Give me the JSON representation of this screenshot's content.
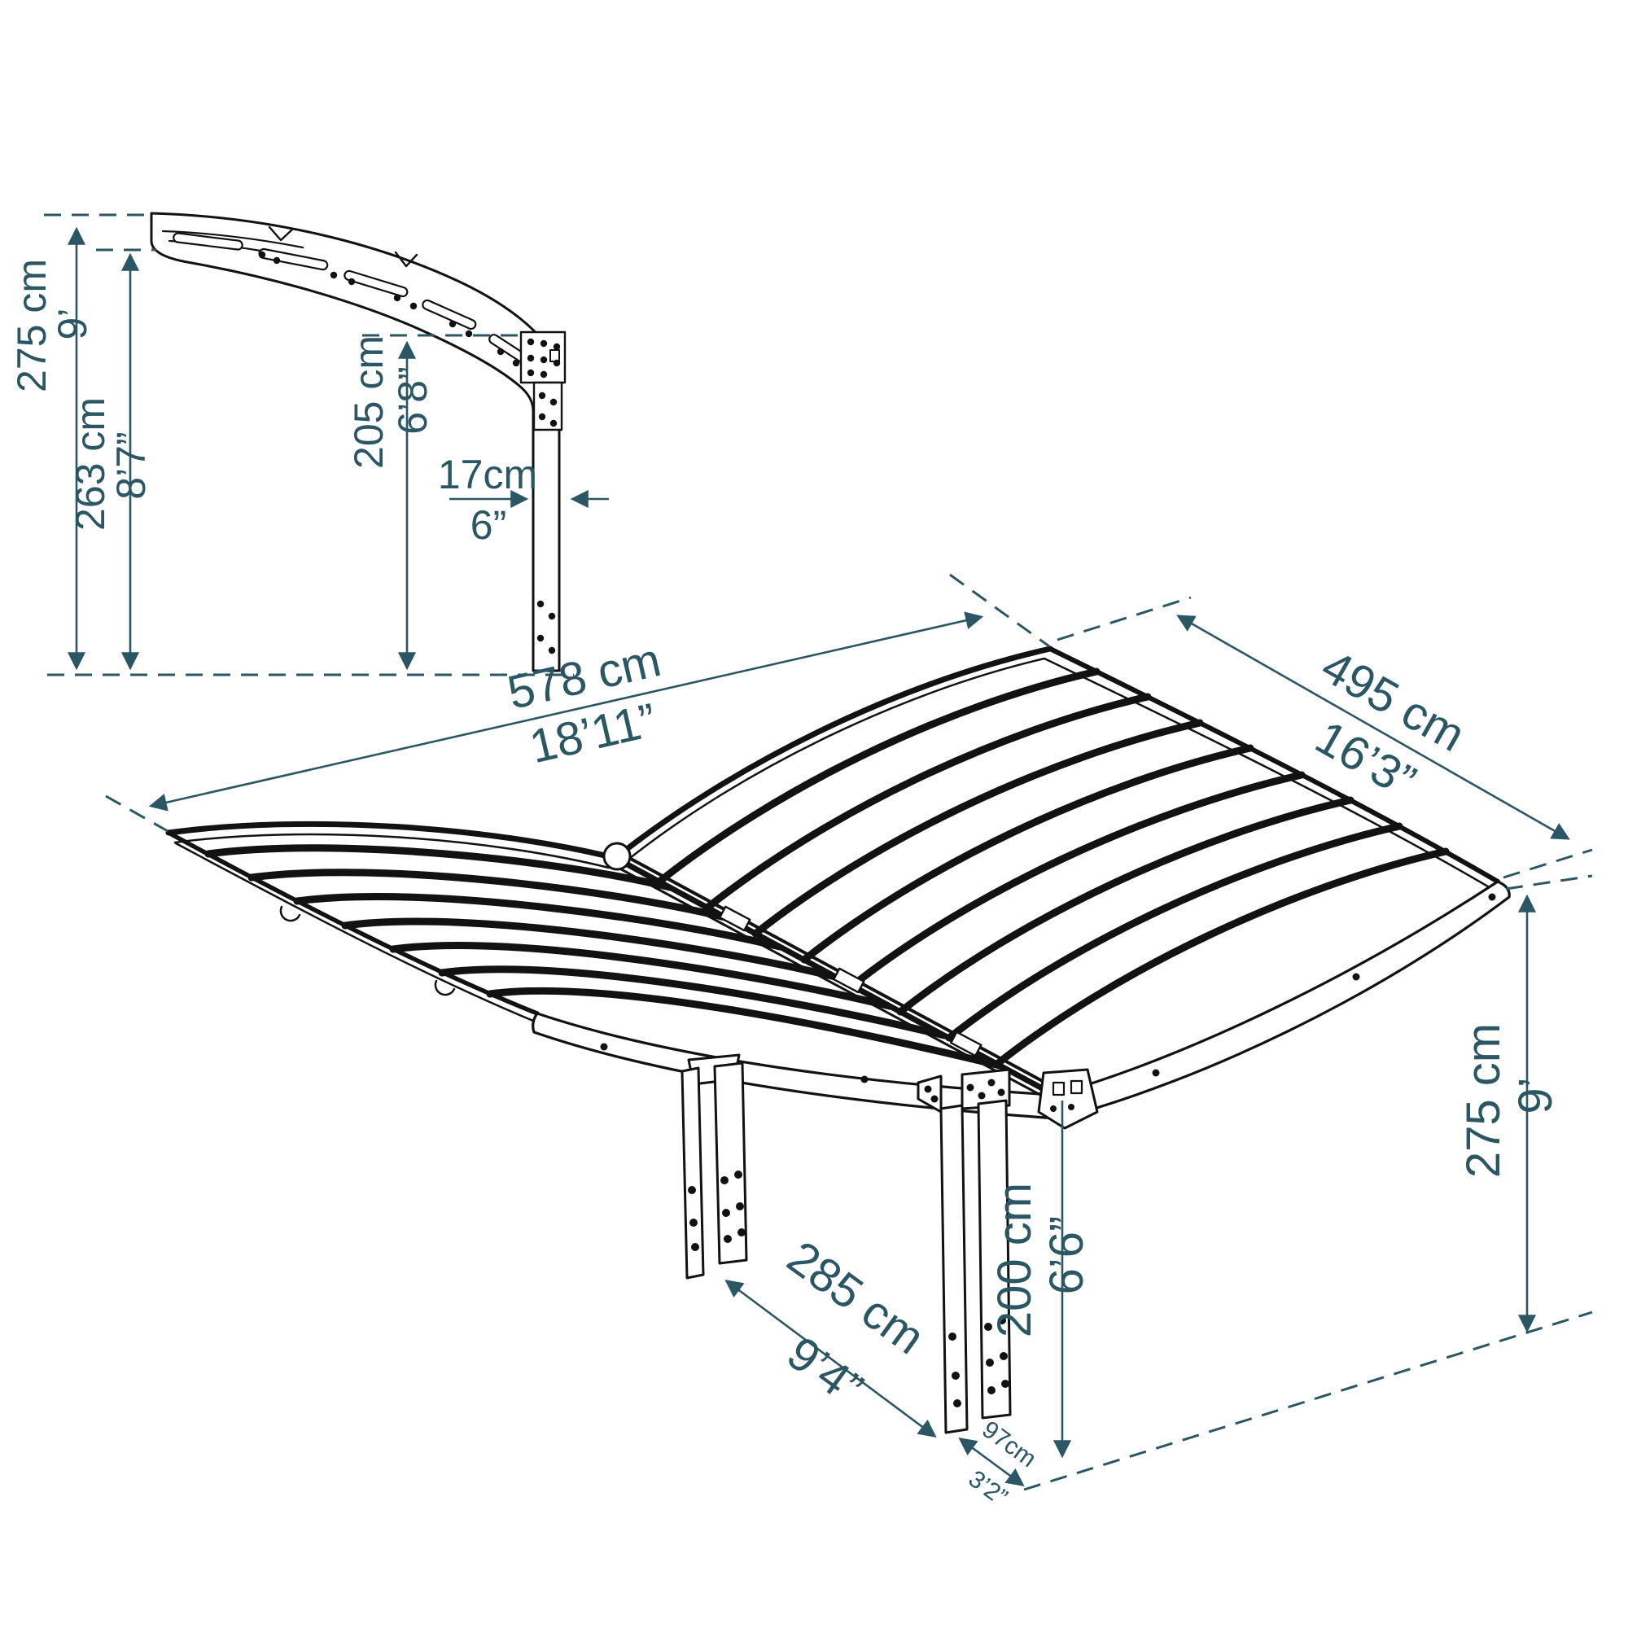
{
  "colors": {
    "dimension": "#2b5663",
    "line": "#121212",
    "background": "#ffffff"
  },
  "side_view": {
    "total_cm": "275 cm",
    "total_imp": "9’",
    "under_cm": "263 cm",
    "under_imp": "8’7”",
    "clear_cm": "205 cm",
    "clear_imp": "6’8”",
    "depth_cm": "17cm",
    "depth_imp": "6”"
  },
  "iso_view": {
    "length_cm": "578 cm",
    "length_imp": "18’11”",
    "width_cm": "495 cm",
    "width_imp": "16’3”",
    "height_cm": "275 cm",
    "height_imp": "9’",
    "span_cm": "285 cm",
    "span_imp": "9’4”",
    "post_cm": "200 cm",
    "post_imp": "6’6”",
    "base_cm": "97cm",
    "base_imp": "3’2”"
  }
}
